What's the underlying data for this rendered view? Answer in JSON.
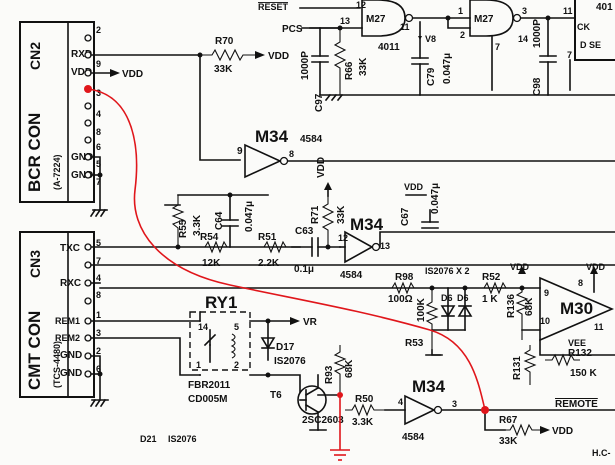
{
  "connectors": {
    "cn2": {
      "name": "CN2",
      "title": "BCR CON",
      "part": "(A-7224)",
      "pins": [
        {
          "label": "RXD",
          "num": "2"
        },
        {
          "label": "VDD",
          "num": "9"
        },
        {
          "label": "",
          "num": "3"
        },
        {
          "label": "",
          "num": "4"
        },
        {
          "label": "",
          "num": "8"
        },
        {
          "label": "",
          "num": "6"
        },
        {
          "label": "GND",
          "num": "5"
        },
        {
          "label": "GND",
          "num": "7"
        }
      ]
    },
    "cn3": {
      "name": "CN3",
      "title": "CMT CON",
      "part": "(TCS-4480)",
      "pins": [
        {
          "label": "TXC",
          "num": "5"
        },
        {
          "label": "",
          "num": "7"
        },
        {
          "label": "RXC",
          "num": "4"
        },
        {
          "label": "",
          "num": "8"
        },
        {
          "label": "REM1",
          "num": "1"
        },
        {
          "label": "REM2",
          "num": "3"
        },
        {
          "label": "GND",
          "num": "2"
        },
        {
          "label": "GND",
          "num": "6"
        }
      ]
    }
  },
  "top": {
    "reset": "RESET",
    "pcs": "PCS",
    "gate1": "M27",
    "gate2": "M27",
    "gate_part": "4011",
    "ic_label": "401",
    "pins": {
      "p12": "12",
      "p13": "13",
      "p11": "11",
      "p1": "1",
      "p2": "2",
      "p3": "3",
      "p7": "7",
      "p14": "14",
      "p11b": "11",
      "p7b": "7"
    },
    "ck": "CK",
    "top_right": "D  SE",
    "v8": "V8",
    "c97": "C97",
    "c97v": "1000P",
    "r66": "R66",
    "r66v": "33K",
    "c79": "C79",
    "c79v": "0.047μ",
    "c98": "C98",
    "c98v": "1000P"
  },
  "vdd_rail": {
    "vdd1": "VDD",
    "vdd2": "VDD"
  },
  "r70": {
    "name": "R70",
    "value": "33K"
  },
  "m34_top": {
    "name": "M34",
    "part": "4584",
    "in": "9",
    "out": "8"
  },
  "mid": {
    "r55": "R55",
    "r55v": "3.3K",
    "c64": "C64",
    "c64v": "0.047μ",
    "r71": "R71",
    "r71v": "33K",
    "vdd": "VDD",
    "c63": "C63",
    "m34": "M34",
    "m34in": "12",
    "m34out": "13",
    "m34part": "4584",
    "c67": "C67",
    "c67v": "0.047μ",
    "c67vdd": "VDD",
    "r54": "R54",
    "r54v": "12K",
    "r51": "R51",
    "r51v": "2.2K",
    "c63v": "0.1μ"
  },
  "right": {
    "r98": "R98",
    "r98v": "100Ω",
    "is": "IS2076 X 2",
    "r52": "R52",
    "r52v": "1 K",
    "vdd": "VDD",
    "vdd2": "VDD",
    "d6a": "D6",
    "d6b": "D6",
    "r53": "R53",
    "r53v": "100K",
    "r136": "R136",
    "r136v": "68K",
    "m30": "M30",
    "p9": "9",
    "p10": "10",
    "p8": "8",
    "p11": "11",
    "vee": "VEE",
    "r131": "R131",
    "r132": "R132",
    "r132v": "150 K"
  },
  "relay": {
    "name": "RY1",
    "p14": "14",
    "p5": "5",
    "p1": "1",
    "p2": "2",
    "part1": "FBR2011",
    "part2": "CD005M",
    "vr": "VR",
    "d17": "D17",
    "d17v": "IS2076"
  },
  "bottom": {
    "t6": "T6",
    "trans": "2SC2603",
    "r93": "R93",
    "r93v": "68K",
    "r50": "R50",
    "r50v": "3.3K",
    "m34": "M34",
    "m34in": "4",
    "m34out": "3",
    "m34part": "4584",
    "remote": "REMOTE",
    "r67": "R67",
    "r67v": "33K",
    "vdd": "VDD",
    "d21": "D21",
    "d21v": "IS2076",
    "corner": "H.C-"
  }
}
